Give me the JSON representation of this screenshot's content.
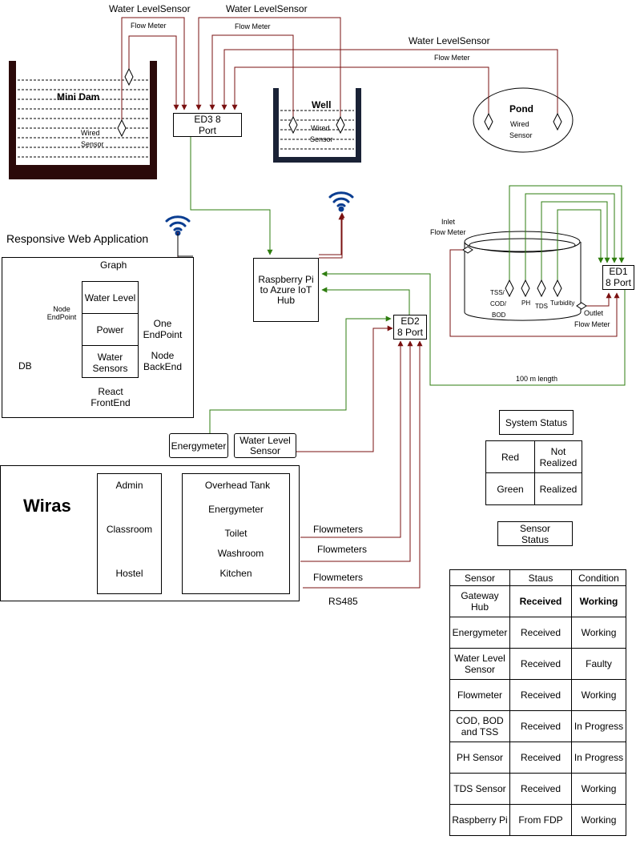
{
  "diagram": {
    "labels": {
      "wls_left": "Water LevelSensor",
      "flow_left": "Flow Meter",
      "wls_mid": "Water LevelSensor",
      "flow_mid": "Flow Meter",
      "wls_right": "Water LevelSensor",
      "flow_right": "Flow Meter",
      "mini_dam": "Mini Dam",
      "mini_dam_sensor_1": "Wired",
      "mini_dam_sensor_2": "Sensor",
      "well": "Well",
      "well_sensor_1": "Wired",
      "well_sensor_2": "Sensor",
      "pond": "Pond",
      "pond_sensor_1": "Wired",
      "pond_sensor_2": "Sensor",
      "ed3_line1": "ED3 8",
      "ed3_line2": "Port",
      "rpi_line1": "Raspberry Pi",
      "rpi_line2": "to Azure IoT",
      "rpi_line3": "Hub",
      "ed2_line1": "ED2",
      "ed2_line2": "8 Port",
      "ed1_line1": "ED1",
      "ed1_line2": "8 Port",
      "inlet_1": "Inlet",
      "inlet_2": "Flow Meter",
      "outlet_1": "Outlet",
      "outlet_2": "Flow Meter",
      "tss_1": "TSS/",
      "tss_2": "COD/",
      "tss_3": "BOD",
      "ph": "PH",
      "tds": "TDS",
      "turbidity": "Turbidity",
      "length": "100 m length",
      "web_app": "Responsive Web Application",
      "graph": "Graph",
      "water_level": "Water Level",
      "power": "Power",
      "water_sensors_1": "Water",
      "water_sensors_2": "Sensors",
      "one_endpoint_1": "One",
      "one_endpoint_2": "EndPoint",
      "node_backend_1": "Node",
      "node_backend_2": "BackEnd",
      "react_1": "React",
      "react_2": "FrontEnd",
      "node_endpoint_1": "Node",
      "node_endpoint_2": "EndPoint",
      "db": "DB",
      "energymeter_box": "Energymeter",
      "wls_box_1": "Water Level",
      "wls_box_2": "Sensor",
      "wiras": "Wiras",
      "admin": "Admin",
      "classroom": "Classroom",
      "hostel": "Hostel",
      "overhead_tank": "Overhead Tank",
      "energymeter_item": "Energymeter",
      "toilet": "Toilet",
      "washroom": "Washroom",
      "kitchen": "Kitchen",
      "flowmeters_1": "Flowmeters",
      "flowmeters_2": "Flowmeters",
      "flowmeters_3": "Flowmeters",
      "rs485": "RS485",
      "system_status": "System Status",
      "sensor_status_1": "Sensor",
      "sensor_status_2": "Status"
    },
    "system_status_rows": [
      {
        "color": "Red",
        "meaning_1": "Not",
        "meaning_2": "Realized"
      },
      {
        "color": "Green",
        "meaning_1": "",
        "meaning_2": "Realized"
      }
    ],
    "sensor_table": {
      "headers": [
        "Sensor",
        "Staus",
        "Condition"
      ],
      "rows": [
        {
          "sensor_1": "Gateway",
          "sensor_2": "Hub",
          "status": "Received",
          "condition": "Working",
          "bold": true
        },
        {
          "sensor_1": "Energymeter",
          "sensor_2": "",
          "status": "Received",
          "condition": "Working",
          "bold": false
        },
        {
          "sensor_1": "Water Level",
          "sensor_2": "Sensor",
          "status": "Received",
          "condition": "Faulty",
          "bold": false
        },
        {
          "sensor_1": "Flowmeter",
          "sensor_2": "",
          "status": "Received",
          "condition": "Working",
          "bold": false
        },
        {
          "sensor_1": "COD, BOD",
          "sensor_2": "and TSS",
          "status": "Received",
          "condition": "In Progress",
          "bold": false
        },
        {
          "sensor_1": "PH Sensor",
          "sensor_2": "",
          "status": "Received",
          "condition": "In Progress",
          "bold": false
        },
        {
          "sensor_1": "TDS Sensor",
          "sensor_2": "",
          "status": "Received",
          "condition": "Working",
          "bold": false
        },
        {
          "sensor_1": "Raspberry Pi",
          "sensor_2": "",
          "status": "From FDP",
          "condition": "Working",
          "bold": false
        }
      ]
    },
    "colors": {
      "red_wire": "#7a1010",
      "green_wire": "#2e7d0f",
      "dark_tank": "#2b0a0a",
      "well_tank": "#1a2236",
      "wifi": "#0a3d91"
    }
  }
}
